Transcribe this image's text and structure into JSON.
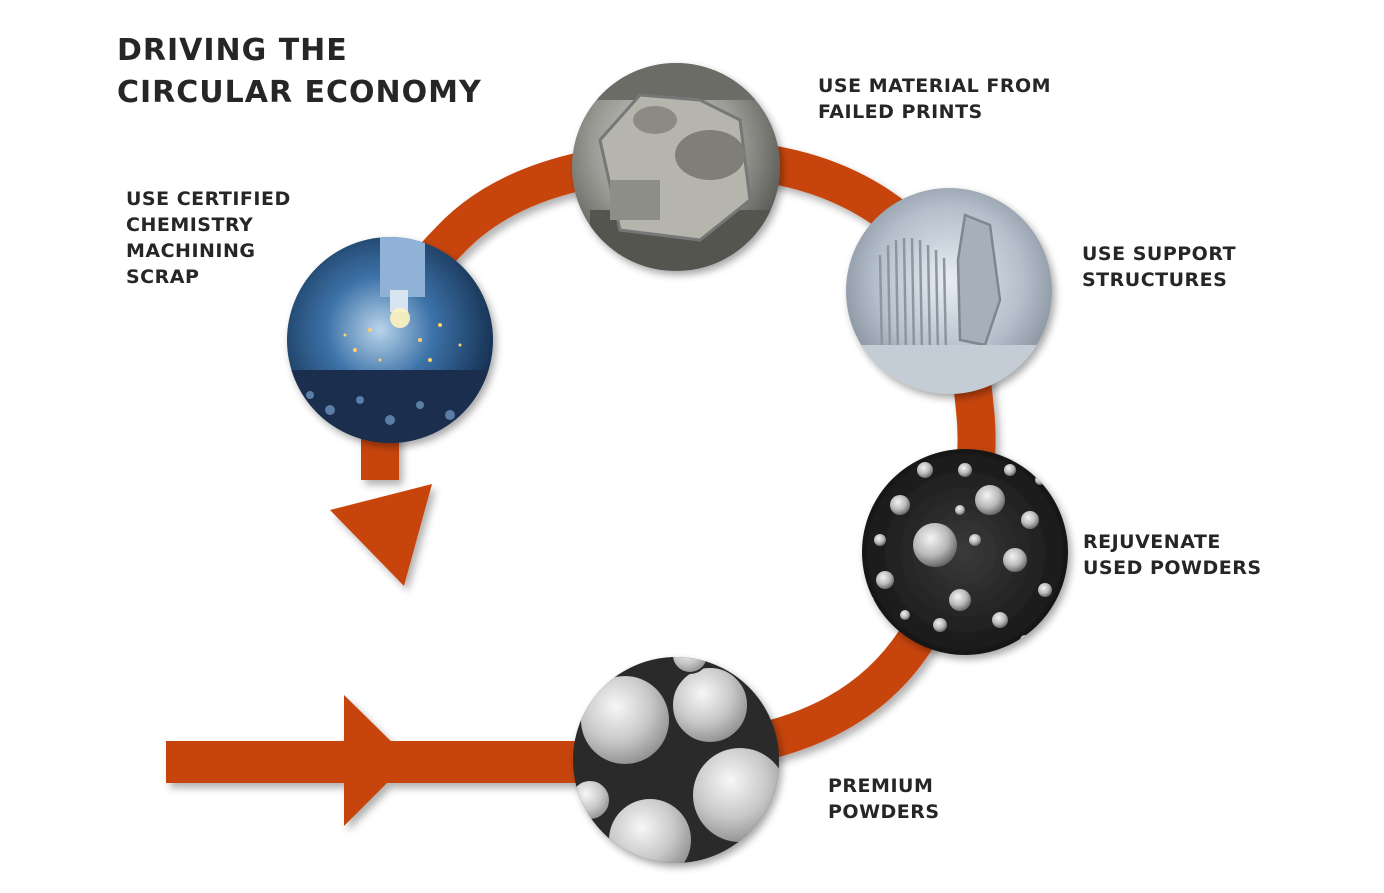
{
  "title": {
    "line1": "DRIVING THE",
    "line2": "CIRCULAR ECONOMY"
  },
  "stages": {
    "failed_prints": {
      "line1": "USE MATERIAL FROM",
      "line2": "FAILED PRINTS"
    },
    "certified_scrap": {
      "line1": "USE CERTIFIED",
      "line2": "CHEMISTRY",
      "line3": "MACHINING",
      "line4": "SCRAP"
    },
    "support_structures": {
      "line1": "USE SUPPORT",
      "line2": "STRUCTURES"
    },
    "rejuvenate": {
      "line1": "REJUVENATE",
      "line2": "USED POWDERS"
    },
    "premium": {
      "line1": "PREMIUM",
      "line2": "POWDERS"
    }
  },
  "colors": {
    "loop_arrow": "#c7450c",
    "text": "#262626"
  },
  "images": {
    "failed_prints": "machined-housing-photo",
    "certified_scrap": "cnc-milling-sparks-photo",
    "support_structures": "3d-printed-support-lattice-photo",
    "rejuvenate": "sem-mixed-powder-particles-photo",
    "premium": "sem-spherical-powder-photo"
  }
}
